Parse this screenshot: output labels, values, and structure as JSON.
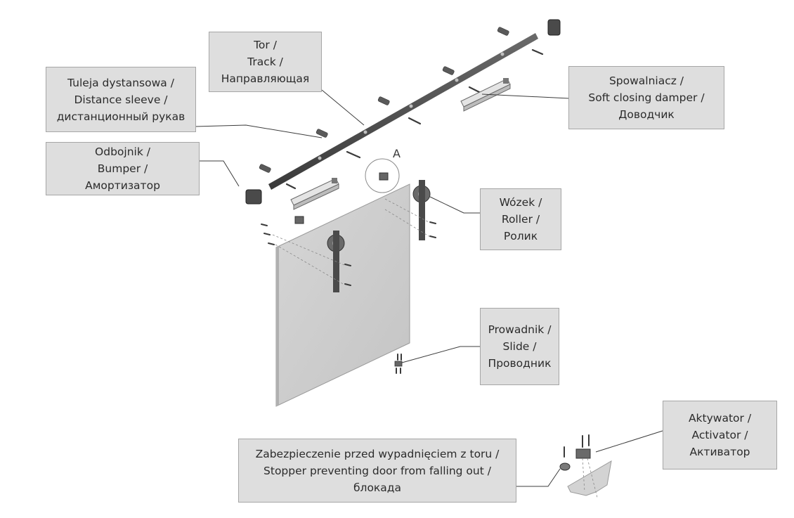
{
  "labels": {
    "track": {
      "pl": "Tor /",
      "en": "Track /",
      "ru": "Направляющая"
    },
    "sleeve": {
      "pl": "Tuleja dystansowa /",
      "en": "Distance sleeve /",
      "ru": "дистанционный рукав"
    },
    "bumper": {
      "pl": "Odbojnik /",
      "en": "Bumper /",
      "ru": "Амортизатор"
    },
    "damper": {
      "pl": "Spowalniacz /",
      "en": "Soft closing damper /",
      "ru": "Доводчик"
    },
    "roller": {
      "pl": "Wózek /",
      "en": "Roller /",
      "ru": "Ролик"
    },
    "slide": {
      "pl": "Prowadnik /",
      "en": "Slide /",
      "ru": "Проводник"
    },
    "activator": {
      "pl": "Aktywator /",
      "en": "Activator /",
      "ru": "Активатор"
    },
    "stopper": {
      "pl": "Zabezpieczenie przed wypadnięciem z toru /",
      "en": "Stopper preventing door from falling out /",
      "ru": "блокада"
    }
  },
  "detail_marker": "A",
  "colors": {
    "label_bg": "#dedede",
    "label_border": "#a6a6a6",
    "door": "#d0d0d0",
    "metal": "#555555",
    "leader": "#3c3c3c"
  }
}
